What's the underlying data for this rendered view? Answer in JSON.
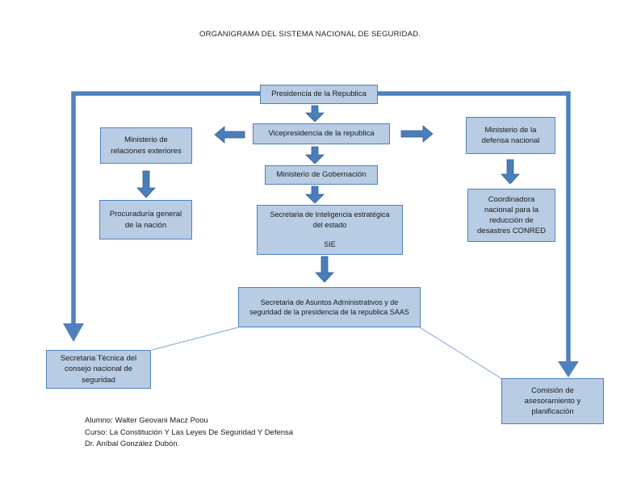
{
  "page": {
    "title": "ORGANIGRAMA DEL SISTEMA NACIONAL DE SEGURIDAD."
  },
  "nodes": {
    "presidencia": "Presidencia de la Republica",
    "vicepresidencia": "Vicepresidencia de la republica",
    "relaciones_exteriores": "Ministerio de\nrelaciones exteriores",
    "defensa_nacional": "Ministerio de la\ndefensa nacional",
    "gobernacion": "Ministerio de Gobernación",
    "procuraduria": "Procuraduría general\nde la nación",
    "sie": "Secretaria de Inteligencia estratégica\ndel estado\n\nSIE",
    "conred": "Coordinadora\nnacional para la\nreducción de\ndesastres CONRED",
    "saas": "Secretaria de Asuntos Administrativos y de\nseguridad de la presidencia de la republica SAAS",
    "secretaria_tecnica": "Secretaria Técnica del\nconsejo nacional de\nseguridad",
    "comision": "Comisión de\nasesoramiento y\nplanificación"
  },
  "footer": {
    "alumno": "Alumno: Walter Geovani Macz Poou",
    "curso": "Curso: La Constitución Y Las Leyes De Seguridad Y Defensa",
    "docente": "Dr. Aníbal González Dubón."
  },
  "colors": {
    "box_fill": "#b8cce4",
    "box_border": "#4f81bd",
    "arrow_fill": "#4a7ebb",
    "connector": "#4f81bd",
    "thin_line": "#95b3d7"
  }
}
